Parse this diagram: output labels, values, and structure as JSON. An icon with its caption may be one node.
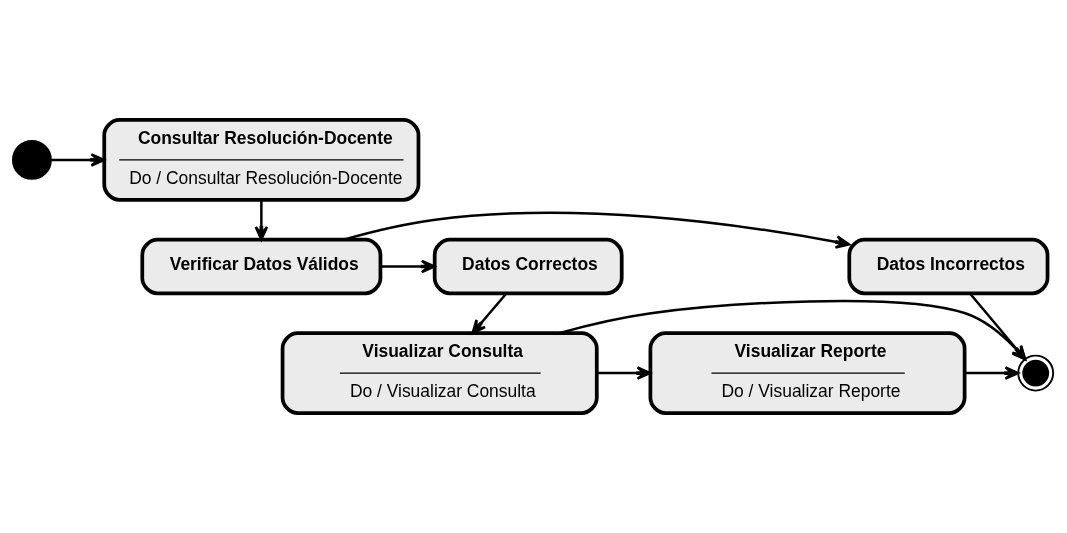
{
  "diagram": {
    "nodes": [
      {
        "text": [],
        "shape": "circle"
      },
      {
        "text": [
          "Consultar Resolución-Docente",
          "Do / Consultar Resolución-Docente"
        ]
      },
      {
        "text": [
          "Verificar Datos Válidos"
        ]
      },
      {
        "text": [
          "Datos Correctos"
        ]
      },
      {
        "text": [
          "Datos Incorrectos"
        ]
      },
      {
        "text": [
          "Visualizar Consulta",
          "Do / Visualizar Consulta"
        ]
      },
      {
        "text": [
          "Visualizar Reporte",
          "Do / Visualizar Reporte"
        ]
      },
      {
        "text": [],
        "shape": "circle"
      }
    ],
    "edges": [
      {
        "from": 0,
        "to": 1,
        "arrow": "to"
      },
      {
        "from": 1,
        "to": 2,
        "arrow": "to"
      },
      {
        "from": 2,
        "to": 3,
        "arrow": "to"
      },
      {
        "from": 2,
        "to": 4,
        "arrow": "to"
      },
      {
        "from": 3,
        "to": 5,
        "arrow": "to"
      },
      {
        "from": 5,
        "to": 6,
        "arrow": "to"
      },
      {
        "from": 4,
        "to": 7,
        "arrow": "to"
      },
      {
        "from": 5,
        "to": 7,
        "arrow": "to"
      },
      {
        "from": 6,
        "to": 7,
        "arrow": "to"
      }
    ]
  }
}
